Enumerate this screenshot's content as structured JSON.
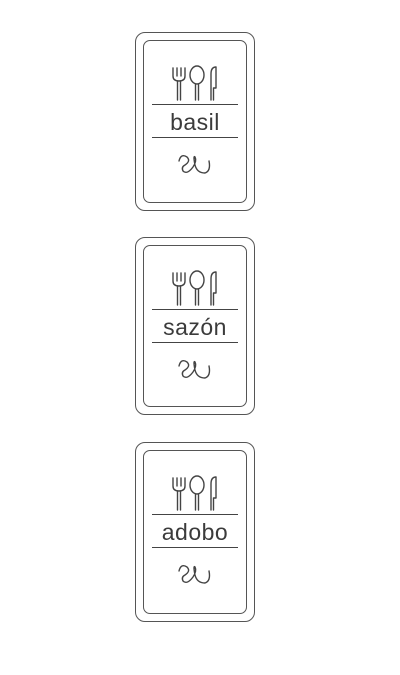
{
  "colors": {
    "ink": "#444444",
    "border": "#555555",
    "background": "#ffffff"
  },
  "labels": [
    {
      "name": "basil"
    },
    {
      "name": "sazón"
    },
    {
      "name": "adobo"
    }
  ],
  "icons": {
    "utensils": "fork-spoon-knife-icon",
    "flourish": "flourish-icon"
  }
}
